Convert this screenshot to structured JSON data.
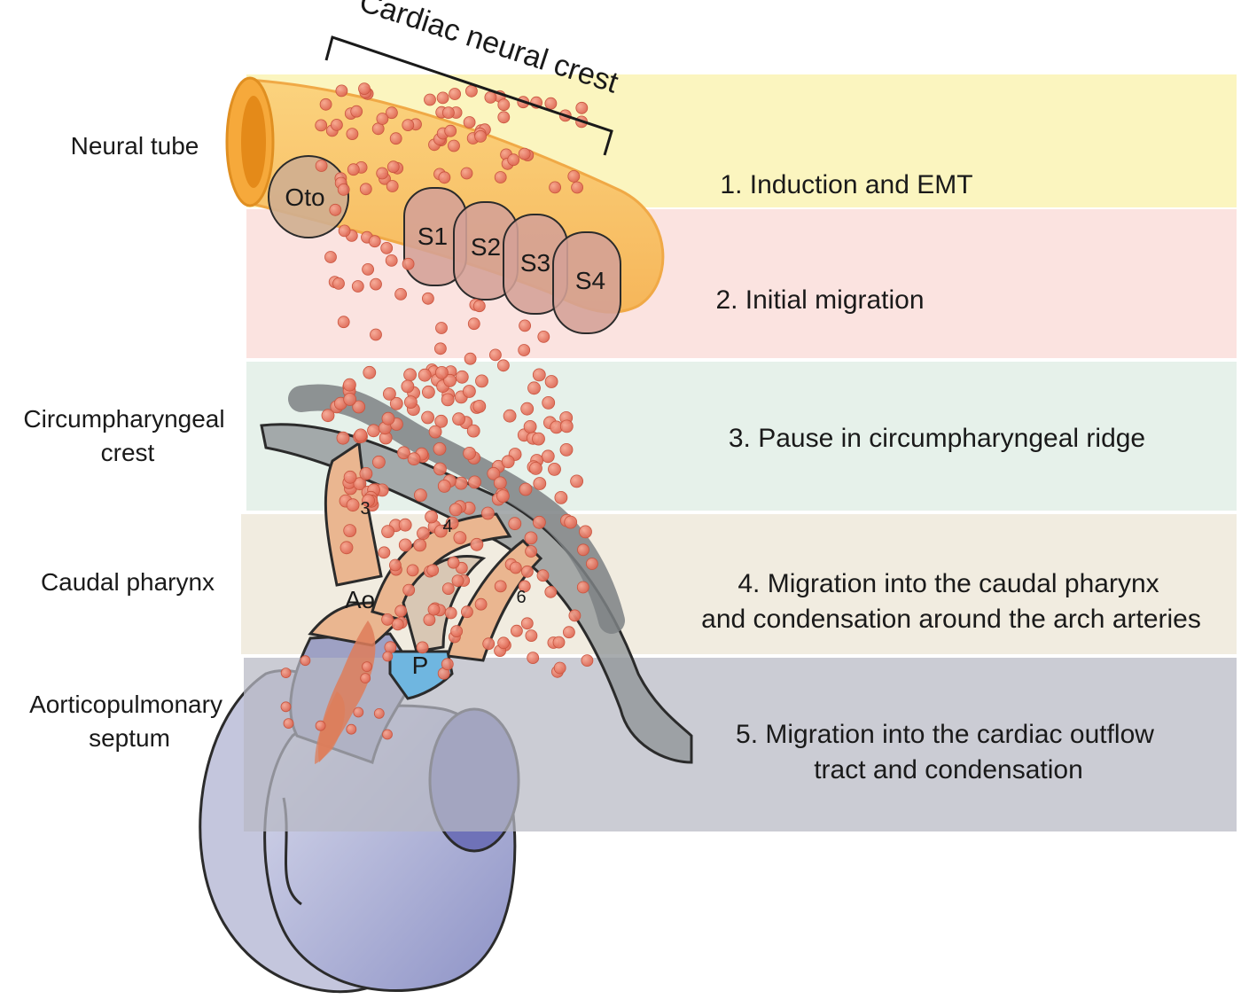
{
  "bracket_label": "Cardiac neural crest",
  "left_labels": {
    "neural_tube": "Neural tube",
    "circumpharyngeal_1": "Circumpharyngeal",
    "circumpharyngeal_2": "crest",
    "caudal_pharynx": "Caudal pharynx",
    "aorticopulmonary_1": "Aorticopulmonary",
    "aorticopulmonary_2": "septum"
  },
  "steps": {
    "s1": "1.  Induction and EMT",
    "s2": "2. Initial migration",
    "s3": "3. Pause in circumpharyngeal ridge",
    "s4_line1": "4.  Migration into the caudal pharynx",
    "s4_line2": "and condensation around the arch arteries",
    "s5_line1": "5.  Migration into the cardiac outflow",
    "s5_line2": "tract and condensation"
  },
  "structures": {
    "oto": "Oto",
    "somite1": "S1",
    "somite2": "S2",
    "somite3": "S3",
    "somite4": "S4",
    "aorta": "Ao",
    "pulmonary": "P",
    "arch3": "3",
    "arch4": "4",
    "arch6": "6"
  },
  "colors": {
    "band_step1": "#fbf5bf",
    "band_step2": "#fbe3e0",
    "band_step3": "#e6f1ea",
    "band_step4": "#f1ece0",
    "band_step5": "#c9cad3",
    "neural_tube": "#f9c56b",
    "neural_crest_cell": "#e8735f",
    "somite": "#d4a196",
    "otic_vesicle": "#cfae90",
    "arch_artery": "#eab690",
    "pharynx_gray": "#8f9597",
    "heart": "#b9bcd8",
    "pulmonary": "#6fb6e0",
    "septum": "#de7d5a"
  }
}
